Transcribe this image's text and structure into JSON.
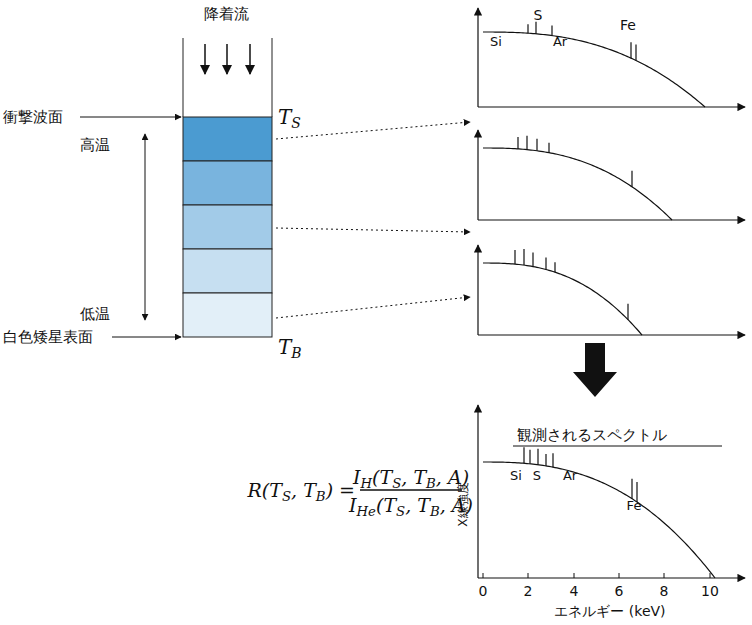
{
  "diagram": {
    "labels": [
      "降着流",
      "衝撃波面",
      "TS",
      "高温",
      "低温",
      "白色矮星表面",
      "TB",
      "S",
      "Si",
      "Ar",
      "Fe",
      "観測されるスペクトル",
      "Si",
      "S",
      "Ar",
      "Fe",
      "X線強度",
      "0",
      "2",
      "4",
      "6",
      "8",
      "10",
      "エネルギー (keV)",
      "R(TS, TB) =",
      "IH(TS, TB, A)",
      "IHe(TS, TB, A)"
    ]
  }
}
